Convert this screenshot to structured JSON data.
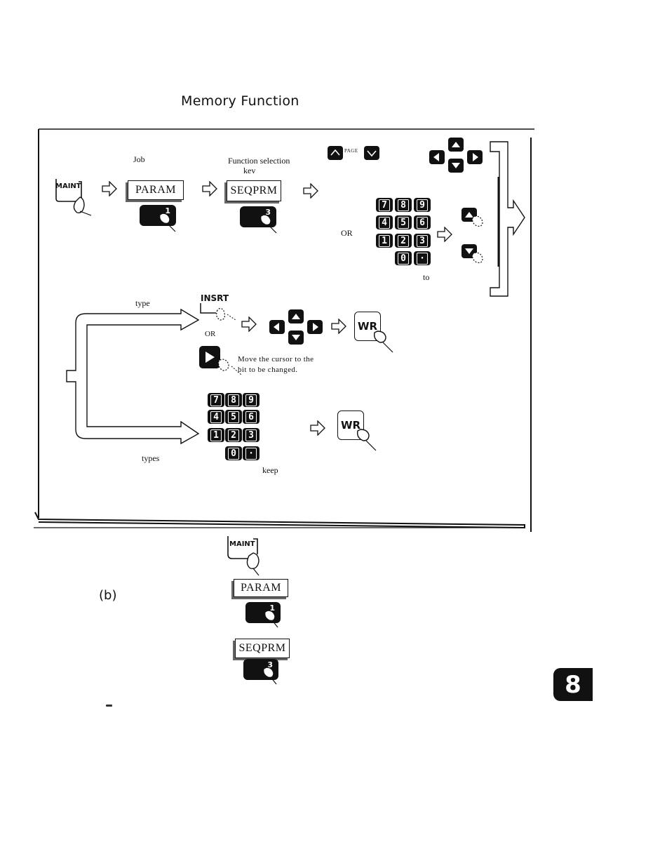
{
  "title": "Memory Function",
  "diagram": {
    "job_label": "Job",
    "function_label_line1": "Function selection",
    "function_label_line2": "kev",
    "param_label": "PARAM",
    "seqprm_label": "SEQPRM",
    "page_label": "PAGE",
    "or_label": "OR",
    "to_label": "to",
    "type_label": "type",
    "insrt_label": "INSRT",
    "or2_label": "OR",
    "cursor_note_line1": "Move the cursor to the",
    "cursor_note_line2": "bit to be changed.",
    "types_label": "types",
    "keep_label": "keep",
    "maint_label": "MAINT",
    "wr_label": "WR",
    "key_1": "1",
    "key_3": "3",
    "numpad": [
      "7",
      "8",
      "9",
      "4",
      "5",
      "6",
      "1",
      "2",
      "3",
      "0",
      "·"
    ]
  },
  "section_b": {
    "label": "(b)",
    "maint_label": "MAINT",
    "param_label": "PARAM",
    "seqprm_label": "SEQPRM",
    "key_1": "1",
    "key_3": "3"
  },
  "tab": "8",
  "icons": [
    "finger-icon",
    "hollow-arrow-icon",
    "cursor-keys-icon",
    "page-up-icon",
    "page-down-icon"
  ]
}
